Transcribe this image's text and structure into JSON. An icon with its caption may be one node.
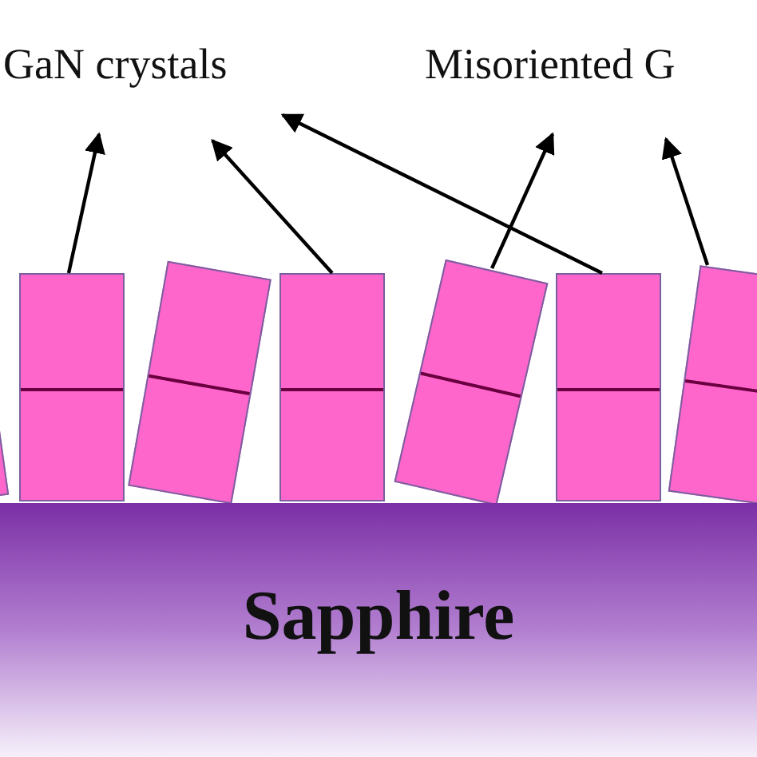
{
  "diagram": {
    "nodes": [
      {
        "text": [
          "GaN crystals"
        ]
      },
      {
        "text": [
          "Misoriented G"
        ]
      },
      {
        "text": [],
        "shape": "box"
      },
      {
        "text": [],
        "shape": "box"
      },
      {
        "text": [],
        "shape": "box"
      },
      {
        "text": [],
        "shape": "box"
      },
      {
        "text": [],
        "shape": "box"
      },
      {
        "text": [],
        "shape": "box"
      },
      {
        "text": [],
        "shape": "box"
      },
      {
        "text": [
          "Sapphire"
        ]
      }
    ],
    "edges": [
      {
        "from": 3,
        "to": 0,
        "arrow": "to"
      },
      {
        "from": 5,
        "to": 0,
        "arrow": "to"
      },
      {
        "from": 7,
        "to": 0,
        "arrow": "to"
      },
      {
        "from": 6,
        "to": 1,
        "arrow": "to"
      },
      {
        "from": 8,
        "to": 1,
        "arrow": "to"
      }
    ]
  }
}
